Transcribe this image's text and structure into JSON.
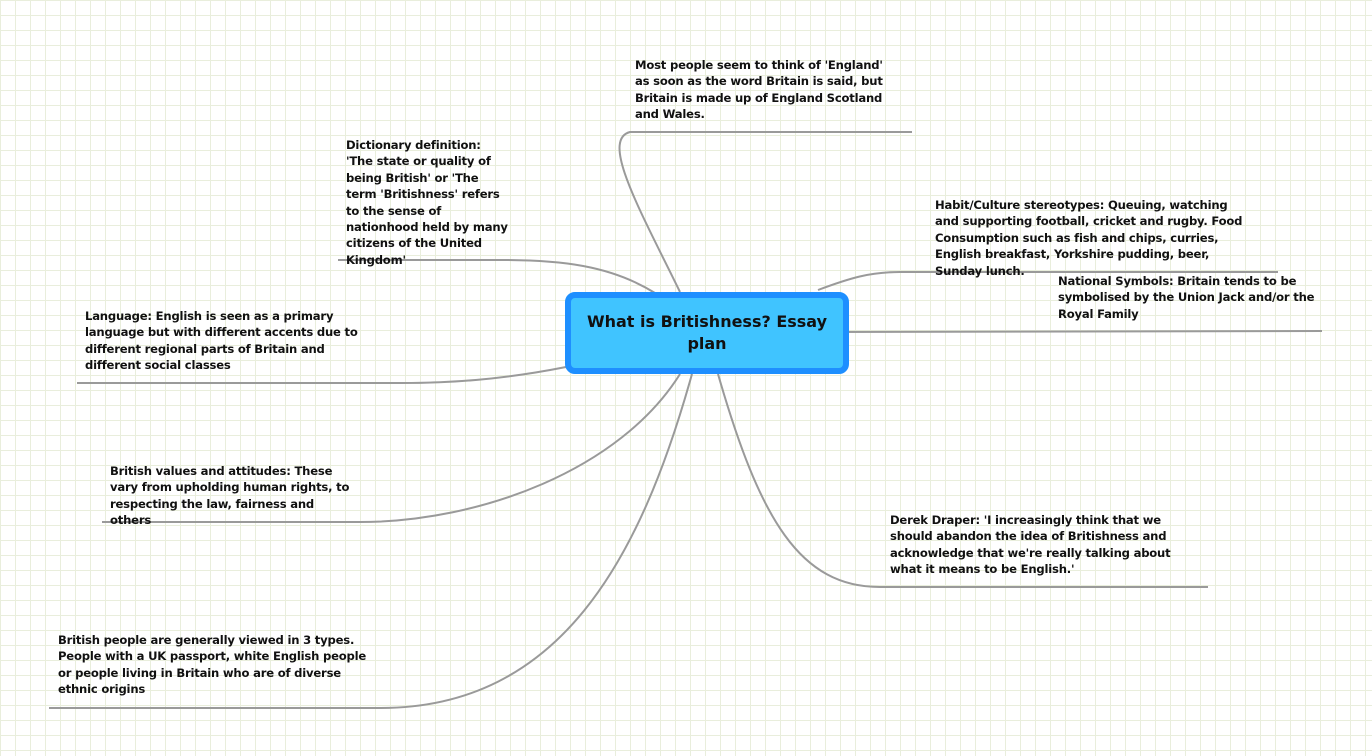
{
  "central_topic": "What is Britishness? Essay plan",
  "branches": [
    {
      "id": "england",
      "text": "Most people seem to think of 'England' as soon as the word Britain is said, but Britain is made up of England Scotland and Wales."
    },
    {
      "id": "dictionary",
      "text": "Dictionary definition: 'The state or quality of being British' or 'The term 'Britishness' refers to the sense of nationhood held by many citizens of the United Kingdom'"
    },
    {
      "id": "habit",
      "text": "Habit/Culture stereotypes: Queuing, watching and supporting football, cricket and rugby. Food Consumption such as fish and chips, curries, English breakfast, Yorkshire pudding, beer, Sunday lunch."
    },
    {
      "id": "symbols",
      "text": "National Symbols: Britain tends to be symbolised  by the Union Jack and/or the Royal Family"
    },
    {
      "id": "language",
      "text": "Language: English is seen as a primary language but with different accents due to different regional parts of Britain and different social classes"
    },
    {
      "id": "values",
      "text": "British values and attitudes: These vary from upholding human rights, to respecting the law, fairness and others"
    },
    {
      "id": "types",
      "text": "British people are generally viewed in 3 types. People with a UK passport, white English people or people living in Britain who are of diverse ethnic origins"
    },
    {
      "id": "draper",
      "text": "Derek Draper: 'I increasingly think that we should abandon the idea of Britishness and acknowledge that we're really talking about what it means to be English.'"
    }
  ],
  "colors": {
    "center_fill": "#40c4ff",
    "center_border": "#1e8fff",
    "line": "#999999"
  }
}
